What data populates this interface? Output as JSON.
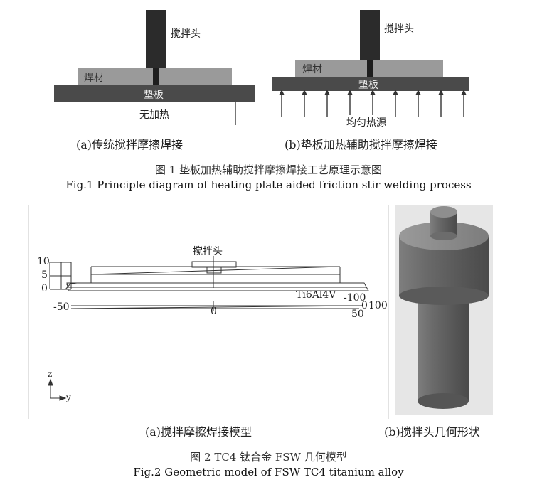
{
  "fig1": {
    "panel_a": {
      "tool": "搅拌头",
      "workpiece": "焊材",
      "backing_plate": "垫板",
      "note": "无加热",
      "caption": "(a)传统搅拌摩擦焊接"
    },
    "panel_b": {
      "tool": "搅拌头",
      "workpiece": "焊材",
      "backing_plate": "垫板",
      "note": "均匀热源",
      "caption": "(b)垫板加热辅助搅拌摩擦焊接"
    },
    "caption_cn": "图 1  垫板加热辅助搅拌摩擦焊接工艺原理示意图",
    "caption_en": "Fig.1  Principle diagram of heating plate aided friction stir welding process"
  },
  "fig2": {
    "model": {
      "tool_label": "搅拌头",
      "material_label": "Ti6Al4V",
      "z_ticks": [
        "10",
        "5",
        "0"
      ],
      "x_ticks": [
        "-50",
        "0",
        "50"
      ],
      "y_ticks": [
        "-100",
        "0",
        "100"
      ],
      "axis_z": "z",
      "axis_y": "y",
      "caption": "(a)搅拌摩擦焊接模型"
    },
    "tool_geometry": {
      "caption": "(b)搅拌头几何形状"
    },
    "caption_cn": "图 2  TC4 钛合金 FSW 几何模型",
    "caption_en": "Fig.2  Geometric model of FSW TC4 titanium alloy"
  },
  "colors": {
    "tool": "#2b2b2b",
    "workpiece": "#9a9a9a",
    "plate": "#4a4a4a",
    "render_bg": "#e6e6e6"
  }
}
